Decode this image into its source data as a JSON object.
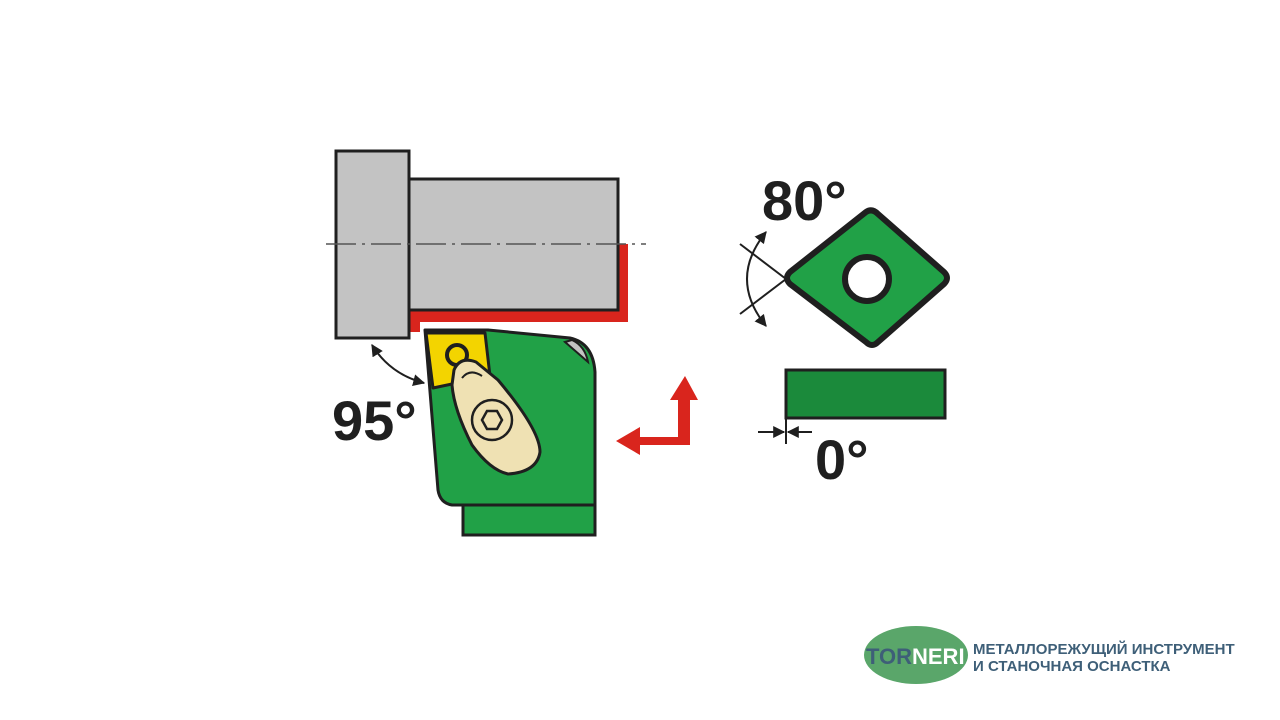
{
  "diagram": {
    "approach_angle_label": "95°",
    "insert_angle_label": "80°",
    "clearance_angle_label": "0°"
  },
  "logo": {
    "brand_part1": "TOR",
    "brand_part2": "NERI",
    "tagline_line1": "МЕТАЛЛОРЕЖУЩИЙ ИНСТРУМЕНТ",
    "tagline_line2": "И СТАНОЧНАЯ ОСНАСТКА"
  },
  "colors": {
    "workpiece": "#c3c3c3",
    "cut_path": "#d9251d",
    "holder_green": "#21a147",
    "insert_side_green": "#1b8a3b",
    "insert_yellow": "#f3d400",
    "clamp_beige": "#efe1b3",
    "logo_green": "#5aa66a",
    "logo_text": "#3e5f78"
  }
}
